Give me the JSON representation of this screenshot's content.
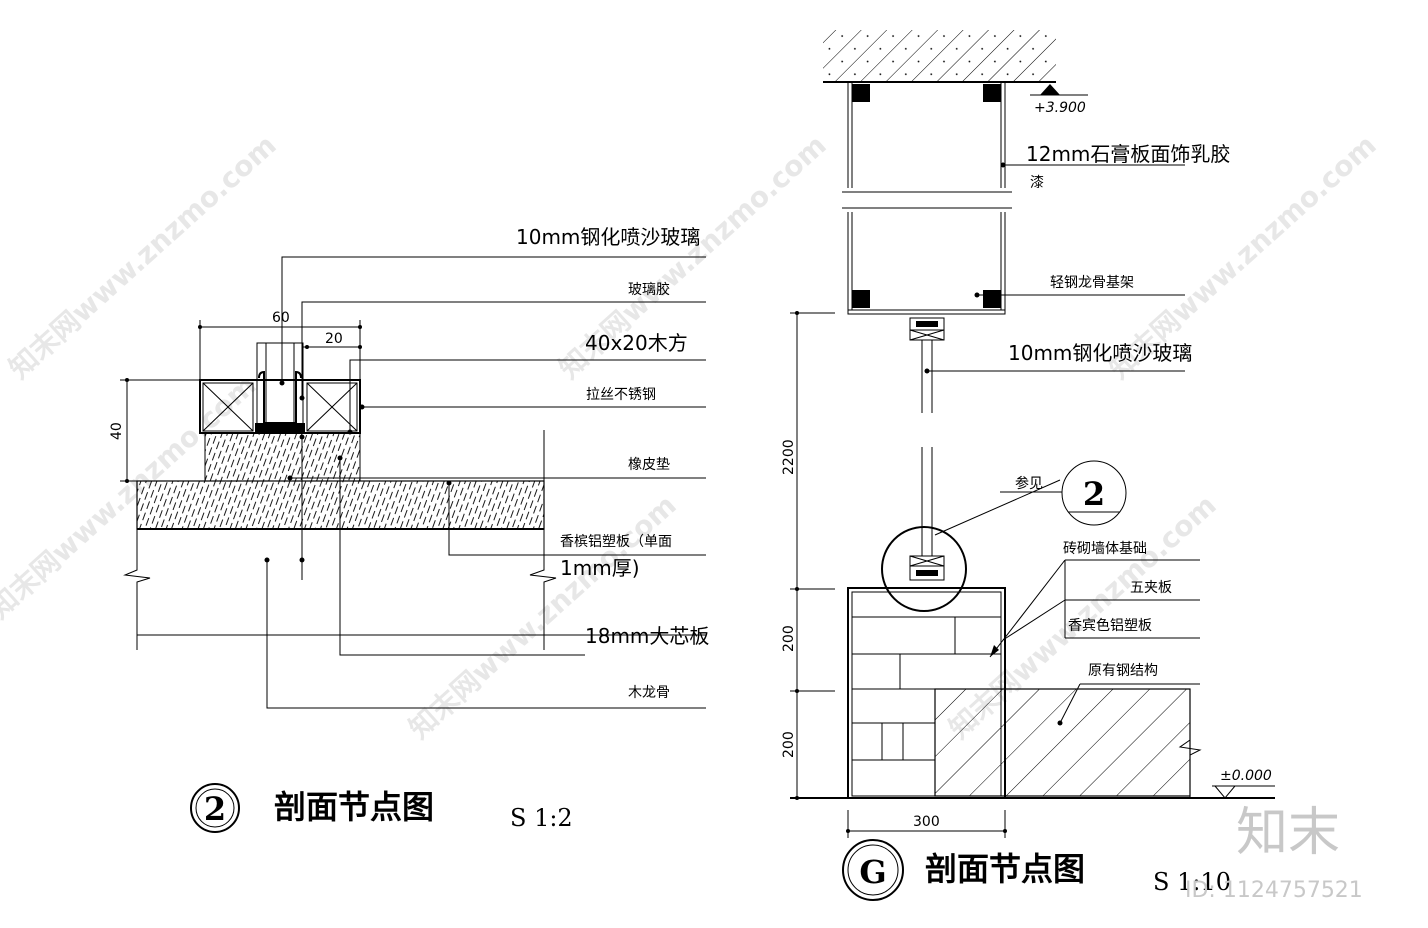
{
  "detail_left": {
    "labels": {
      "glass": "10mm钢化喷沙玻璃",
      "glass_glue": "玻璃胶",
      "timber": "40x20木方",
      "stainless": "拉丝不锈钢",
      "rubber": "橡皮垫",
      "alu_panel_1": "香槟铝塑板（单面",
      "alu_panel_2": "1mm厚)",
      "core_board": "18mm大芯板",
      "keel": "木龙骨"
    },
    "dims": {
      "d60": "60",
      "d20": "20",
      "d40": "40"
    },
    "title_number": "2",
    "title": "剖面节点图",
    "scale": "S 1:2"
  },
  "detail_right": {
    "labels": {
      "elev_top": "+3.900",
      "gypsum_1": "12mm石膏板面饰乳胶",
      "gypsum_2": "漆",
      "steel_frame": "轻钢龙骨基架",
      "glass": "10mm钢化喷沙玻璃",
      "ref": "参见",
      "ref_number": "2",
      "masonry": "砖砌墙体基础",
      "plywood": "五夹板",
      "alu_panel": "香宾色铝塑板",
      "steel_struct": "原有钢结构",
      "elev_zero": "±0.000"
    },
    "dims": {
      "d2200": "2200",
      "d200a": "200",
      "d200b": "200",
      "d300": "300"
    },
    "title_letter": "G",
    "title": "剖面节点图",
    "scale": "S 1:10"
  },
  "watermark": {
    "text": "知末网www.znzmo.com",
    "logo": "知末",
    "id": "ID: 1124757521"
  }
}
